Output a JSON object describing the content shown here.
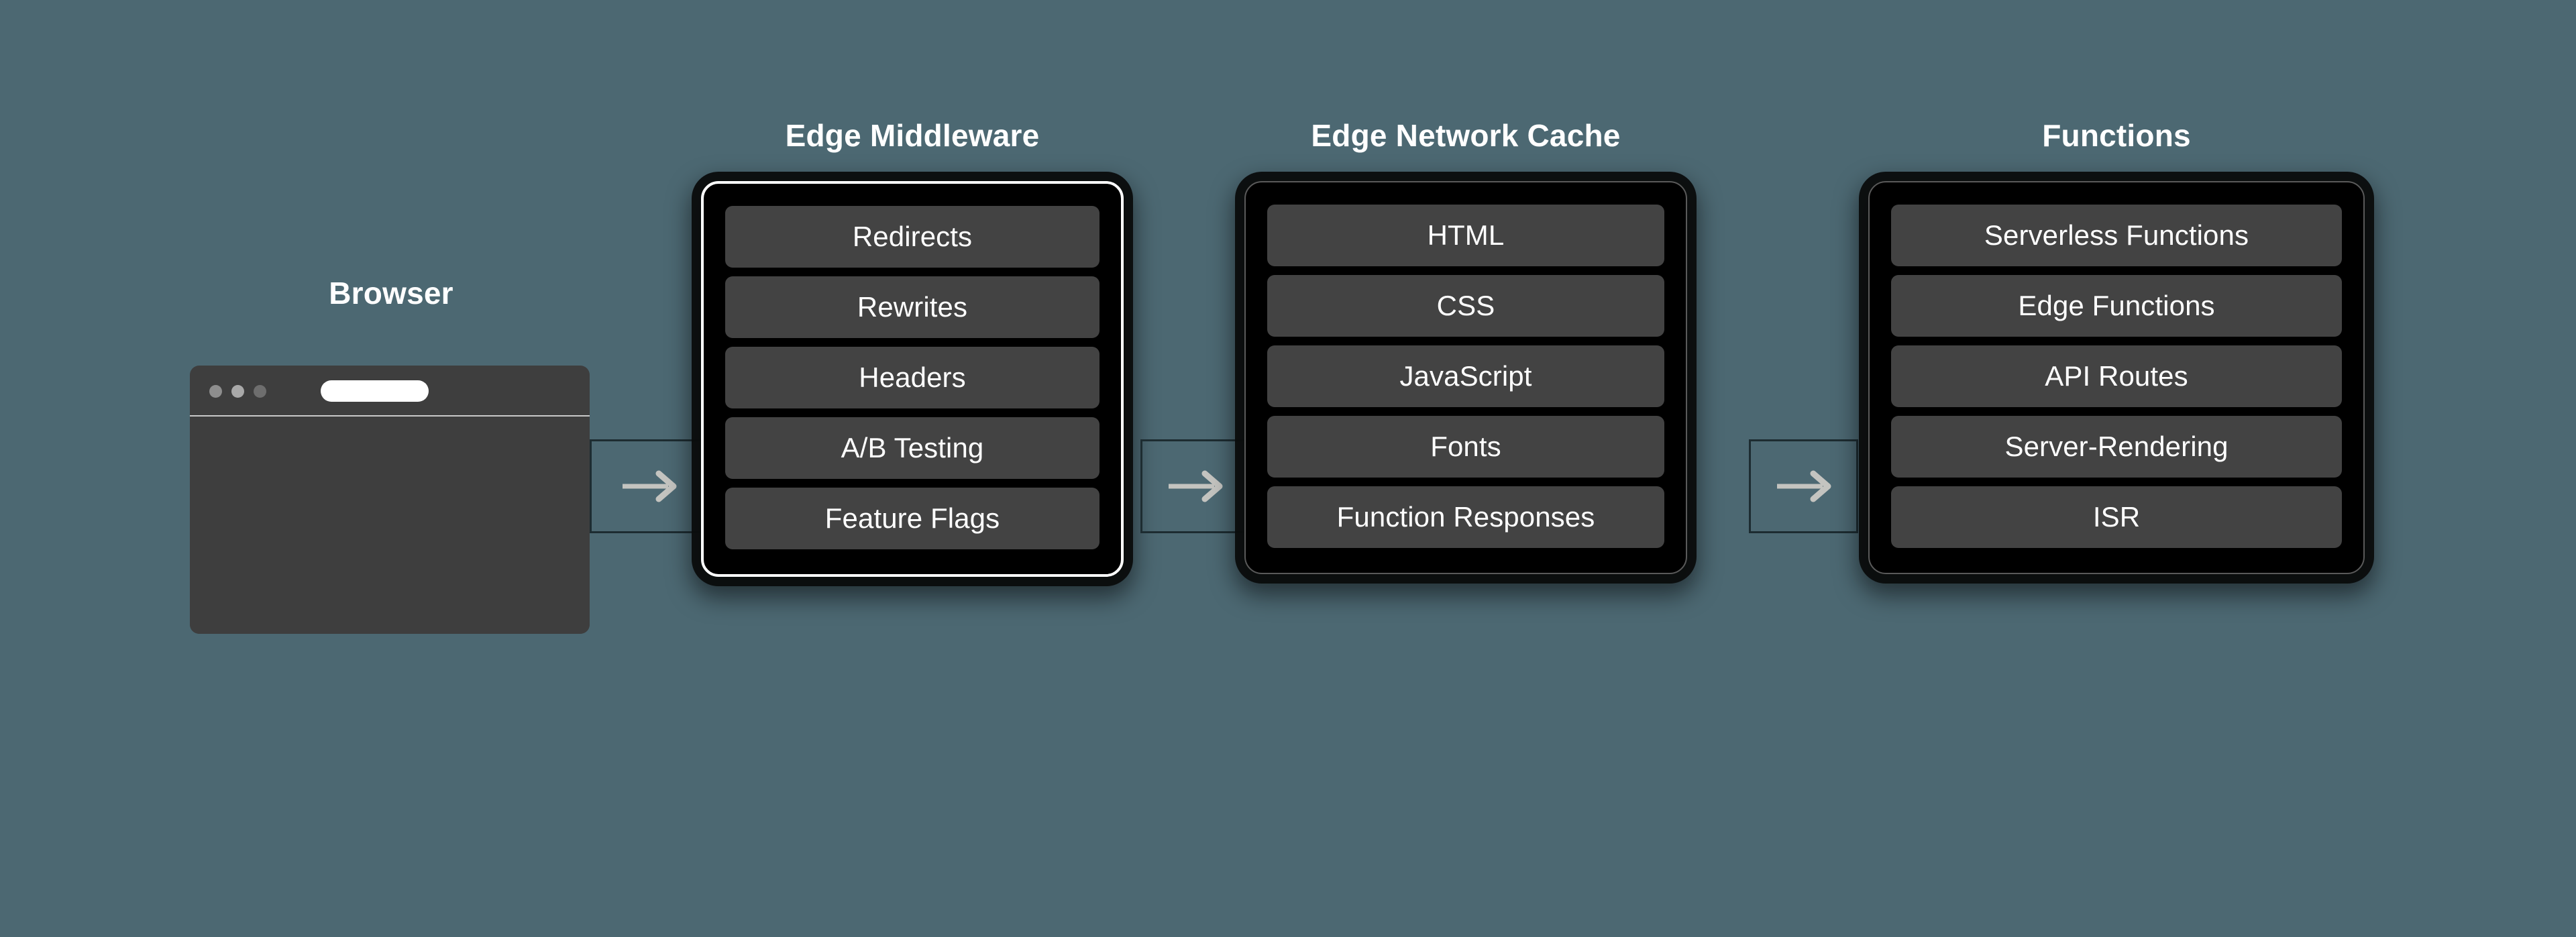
{
  "background_color": "#4c6872",
  "browser": {
    "title": "Browser",
    "dots": [
      "window-dot-close",
      "window-dot-minimize",
      "window-dot-maximize"
    ],
    "url_value": "",
    "url_placeholder": ""
  },
  "connectors": [
    {
      "name": "browser-to-middleware",
      "arrow": "arrow-right-icon"
    },
    {
      "name": "middleware-to-cache",
      "arrow": "arrow-right-icon"
    },
    {
      "name": "cache-to-functions",
      "arrow": "arrow-right-icon"
    }
  ],
  "cards": [
    {
      "id": "middleware",
      "title": "Edge Middleware",
      "highlighted": true,
      "border_color": "#ffffff",
      "items": [
        "Redirects",
        "Rewrites",
        "Headers",
        "A/B Testing",
        "Feature Flags"
      ]
    },
    {
      "id": "cache",
      "title": "Edge Network Cache",
      "highlighted": false,
      "border_color": "#5a5a5a",
      "items": [
        "HTML",
        "CSS",
        "JavaScript",
        "Fonts",
        "Function Responses"
      ]
    },
    {
      "id": "functions",
      "title": "Functions",
      "highlighted": false,
      "border_color": "#5a5a5a",
      "items": [
        "Serverless Functions",
        "Edge Functions",
        "API Routes",
        "Server-Rendering",
        "ISR"
      ]
    }
  ],
  "colors": {
    "background": "#4c6872",
    "card_background": "#000000",
    "pill_background": "#434343",
    "browser_chrome": "#3e3e3e",
    "text": "#ffffff",
    "arrow": "#c4c4c0",
    "connector_line": "#1d2c31"
  }
}
